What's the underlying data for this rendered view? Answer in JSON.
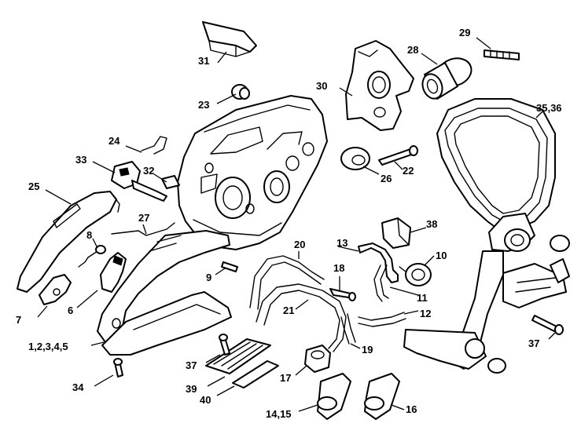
{
  "callouts": [
    {
      "id": "c1",
      "text": "1,2,3,4,5"
    },
    {
      "id": "c6",
      "text": "6"
    },
    {
      "id": "c7",
      "text": "7"
    },
    {
      "id": "c8",
      "text": "8"
    },
    {
      "id": "c9",
      "text": "9"
    },
    {
      "id": "c10",
      "text": "10"
    },
    {
      "id": "c11",
      "text": "11"
    },
    {
      "id": "c12",
      "text": "12"
    },
    {
      "id": "c13",
      "text": "13"
    },
    {
      "id": "c14",
      "text": "14,15"
    },
    {
      "id": "c16",
      "text": "16"
    },
    {
      "id": "c17",
      "text": "17"
    },
    {
      "id": "c18",
      "text": "18"
    },
    {
      "id": "c19",
      "text": "19"
    },
    {
      "id": "c20",
      "text": "20"
    },
    {
      "id": "c21",
      "text": "21"
    },
    {
      "id": "c22",
      "text": "22"
    },
    {
      "id": "c23",
      "text": "23"
    },
    {
      "id": "c24",
      "text": "24"
    },
    {
      "id": "c25",
      "text": "25"
    },
    {
      "id": "c26",
      "text": "26"
    },
    {
      "id": "c27",
      "text": "27"
    },
    {
      "id": "c28",
      "text": "28"
    },
    {
      "id": "c29",
      "text": "29"
    },
    {
      "id": "c30",
      "text": "30"
    },
    {
      "id": "c31",
      "text": "31"
    },
    {
      "id": "c32",
      "text": "32"
    },
    {
      "id": "c33",
      "text": "33"
    },
    {
      "id": "c34",
      "text": "34"
    },
    {
      "id": "c35",
      "text": "35,36"
    },
    {
      "id": "c37a",
      "text": "37"
    },
    {
      "id": "c37b",
      "text": "37"
    },
    {
      "id": "c38",
      "text": "38"
    },
    {
      "id": "c39",
      "text": "39"
    },
    {
      "id": "c40",
      "text": "40"
    }
  ]
}
